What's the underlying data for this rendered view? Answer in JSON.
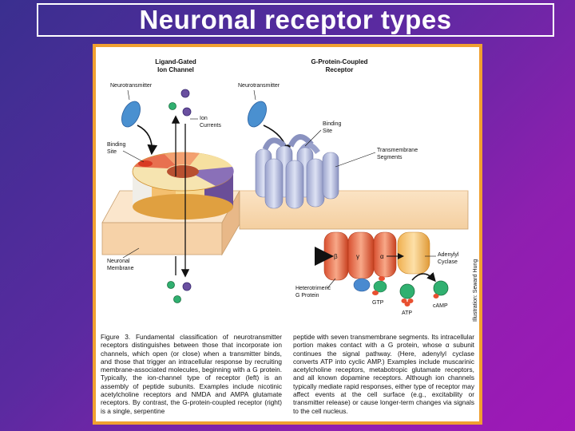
{
  "slide": {
    "title": "Neuronal receptor types"
  },
  "diagram": {
    "left_heading_line1": "Ligand-Gated",
    "left_heading_line2": "Ion Channel",
    "right_heading_line1": "G-Protein-Coupled",
    "right_heading_line2": "Receptor",
    "neurotransmitter_left": "Neurotransmitter",
    "neurotransmitter_right": "Neurotransmitter",
    "ion_currents_line1": "Ion",
    "ion_currents_line2": "Currents",
    "binding_site_left_line1": "Binding",
    "binding_site_left_line2": "Site",
    "binding_site_right_line1": "Binding",
    "binding_site_right_line2": "Site",
    "transmembrane_line1": "Transmembrane",
    "transmembrane_line2": "Segments",
    "neuronal_membrane_line1": "Neuronal",
    "neuronal_membrane_line2": "Membrane",
    "heterotrimeric_line1": "Heterotrimeric",
    "heterotrimeric_line2": "G Protein",
    "adenylyl_line1": "Adenylyl",
    "adenylyl_line2": "Cyclase",
    "beta": "β",
    "gamma": "γ",
    "alpha": "α",
    "gtp": "GTP",
    "atp": "ATP",
    "camp": "cAMP",
    "credit": "Illustration: Seward Hung"
  },
  "caption": {
    "col1": "Figure 3. Fundamental classification of neurotransmitter receptors distinguishes between those that incorporate ion channels, which open (or close) when a transmitter binds, and those that trigger an intracellular response by recruiting membrane-associated molecules, beginning with a G protein. Typically, the ion-channel type of receptor (left) is an assembly of peptide subunits. Examples include nicotinic acetylcholine receptors and NMDA and AMPA glutamate receptors. By contrast, the G-protein-coupled receptor (right) is a single, serpentine",
    "col2": "peptide with seven transmembrane segments. Its intracellular portion makes contact with a G protein, whose α subunit continues the signal pathway. (Here, adenylyl cyclase converts ATP into cyclic AMP.) Examples include muscarinic acetylcholine receptors, metabotropic glutamate receptors, and all known dopamine receptors. Although ion channels typically mediate rapid responses, either type of receptor may affect events at the cell surface (e.g., excitability or transmitter release) or cause longer-term changes via signals to the cell nucleus."
  },
  "colors": {
    "background_start": "#3a2f8f",
    "background_end": "#a018b8",
    "frame": "#f0a030",
    "membrane": "#f8d8b0",
    "receptor_blue": "#a8b0d8",
    "molecule_blue": "#4a90d0",
    "molecule_green": "#30b070",
    "molecule_purple": "#6a50a0"
  }
}
